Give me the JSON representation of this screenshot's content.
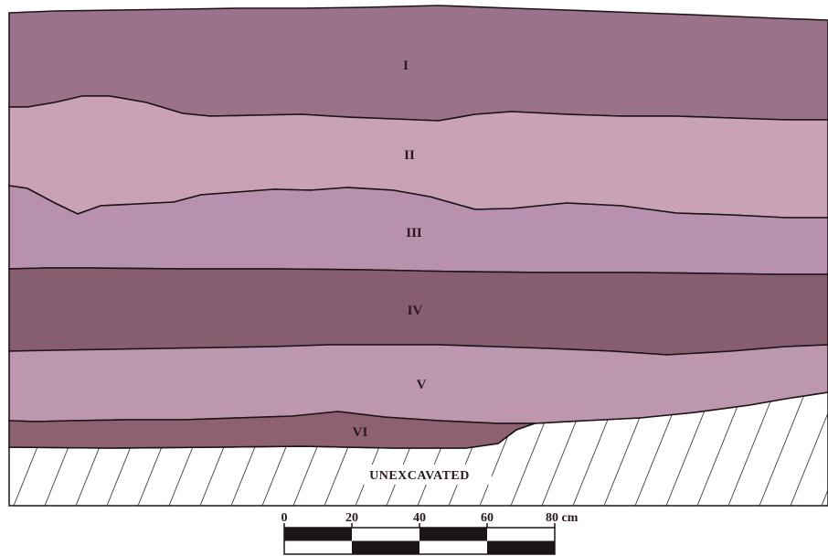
{
  "layers": [
    {
      "id": "I",
      "label": "I",
      "color": "#9a7289"
    },
    {
      "id": "II",
      "label": "II",
      "color": "#c9a2b6"
    },
    {
      "id": "III",
      "label": "III",
      "color": "#b791ad"
    },
    {
      "id": "IV",
      "label": "IV",
      "color": "#875d70"
    },
    {
      "id": "V",
      "label": "V",
      "color": "#bd97ae"
    },
    {
      "id": "VI",
      "label": "VI",
      "color": "#8d6172"
    }
  ],
  "unexcavated": {
    "label": "UNEXCAVATED"
  },
  "scale": {
    "ticks": [
      "0",
      "20",
      "40",
      "60",
      "80 cm"
    ]
  },
  "colors": {
    "outline": "#1d1418",
    "hatch": "#1d1418",
    "background": "#ffffff"
  }
}
